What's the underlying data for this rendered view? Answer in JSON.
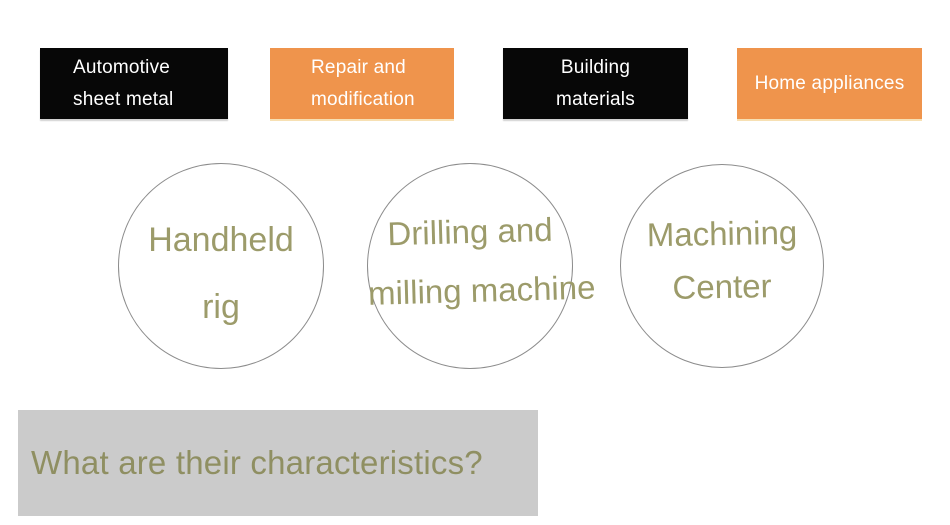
{
  "top_boxes": [
    {
      "lines": [
        "Automotive",
        "sheet metal"
      ],
      "style": "black"
    },
    {
      "lines": [
        "Repair and",
        "modification"
      ],
      "style": "orange"
    },
    {
      "lines": [
        "Building",
        "materials"
      ],
      "style": "black"
    },
    {
      "lines": [
        "Home appliances"
      ],
      "style": "orange"
    }
  ],
  "circles": [
    {
      "lines": [
        "Handheld",
        "rig"
      ]
    },
    {
      "lines": [
        "Drilling and",
        "milling machine"
      ]
    },
    {
      "lines": [
        "Machining",
        "Center"
      ]
    }
  ],
  "question": {
    "text": "What are their characteristics?"
  },
  "colors": {
    "background": "#ffffff",
    "box-black": "#070707",
    "box-orange": "#ef944c",
    "box-text": "#ffffff",
    "circle-border": "#8c8c8c",
    "circle-text": "#9c9b6a",
    "question-bg": "#cbcbcb",
    "question-text": "#8f8f62"
  }
}
